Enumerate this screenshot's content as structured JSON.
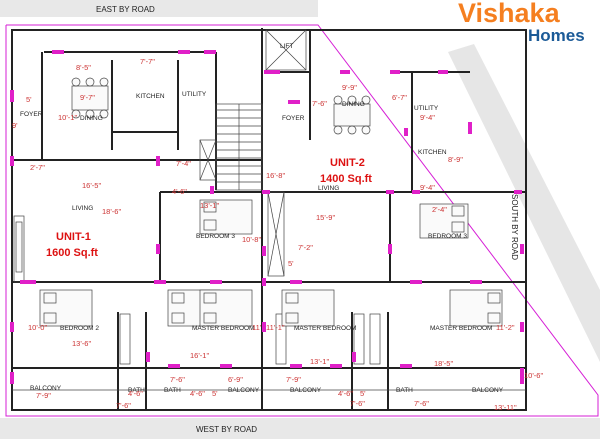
{
  "brand": {
    "name": "Vishaka",
    "sub": "Homes",
    "colors": {
      "orange": "#f57f20",
      "blue": "#1b5a97"
    }
  },
  "roads": {
    "east": "EAST BY ROAD",
    "west": "WEST BY ROAD",
    "south": "SOUTH BY ROAD"
  },
  "units": {
    "unit1": {
      "name": "UNIT-1",
      "area": "1600 Sq.ft"
    },
    "unit2": {
      "name": "UNIT-2",
      "area": "1400 Sq.ft"
    }
  },
  "rooms": {
    "lift": "LIFT",
    "kitchen1": "KITCHEN",
    "utility1": "UTILITY",
    "foyer1": "FOYER",
    "dining1": "DINING",
    "living1": "LIVING",
    "foyer2": "FOYER",
    "dining2": "DINING",
    "utility2": "UTILITY",
    "kitchen2": "KITCHEN",
    "living2": "LIVING",
    "bedroom3a": "BEDROOM 3",
    "bedroom3b": "BEDROOM 3",
    "bedroom2": "BEDROOM 2",
    "master1": "MASTER BEDROOM",
    "master2": "MASTER BEDROOM",
    "master3": "MASTER BEDROOM",
    "bath1": "BATH",
    "bath2": "BATH",
    "bath3": "BATH",
    "balcony1": "BALCONY",
    "balcony2": "BALCONY",
    "balcony3": "BALCONY",
    "balcony4": "BALCONY"
  },
  "dims": {
    "d01": "8'-5\"",
    "d02": "7'-7\"",
    "d03": "9'-7\"",
    "d04": "5'",
    "d05": "10'-1\"",
    "d06": "9'",
    "d07": "2'-7\"",
    "d08": "7'-4\"",
    "d09": "4'-6\"",
    "d10": "16'-5\"",
    "d11": "18'-6\"",
    "d12": "13'-1\"",
    "d13": "10'-8\"",
    "d14": "16'-8\"",
    "d15": "9'-9\"",
    "d16": "7'-6\"",
    "d17": "6'-7\"",
    "d18": "9'-4\"",
    "d19": "8'-9\"",
    "d20": "9'-4\"",
    "d21": "15'-9\"",
    "d22": "2'-4\"",
    "d23": "7'-2\"",
    "d24": "5'",
    "d25": "10'-0\"",
    "d26": "13'-6\"",
    "d27": "11'",
    "d28": "11'-1\"",
    "d29": "11'-2\"",
    "d30": "16'-1\"",
    "d31": "13'-1\"",
    "d32": "18'-5\"",
    "d33": "10'-6\"",
    "d34": "7'-6\"",
    "d35": "6'-9\"",
    "d36": "7'-9\"",
    "d37": "4'-6\"",
    "d38": "4'-6\"",
    "d39": "5'",
    "d40": "4'-6\"",
    "d41": "7'-9\"",
    "d42": "5'",
    "d43": "7'-6\"",
    "d44": "7'-6\"",
    "d45": "7'-6\"",
    "d46": "13'-11\""
  }
}
